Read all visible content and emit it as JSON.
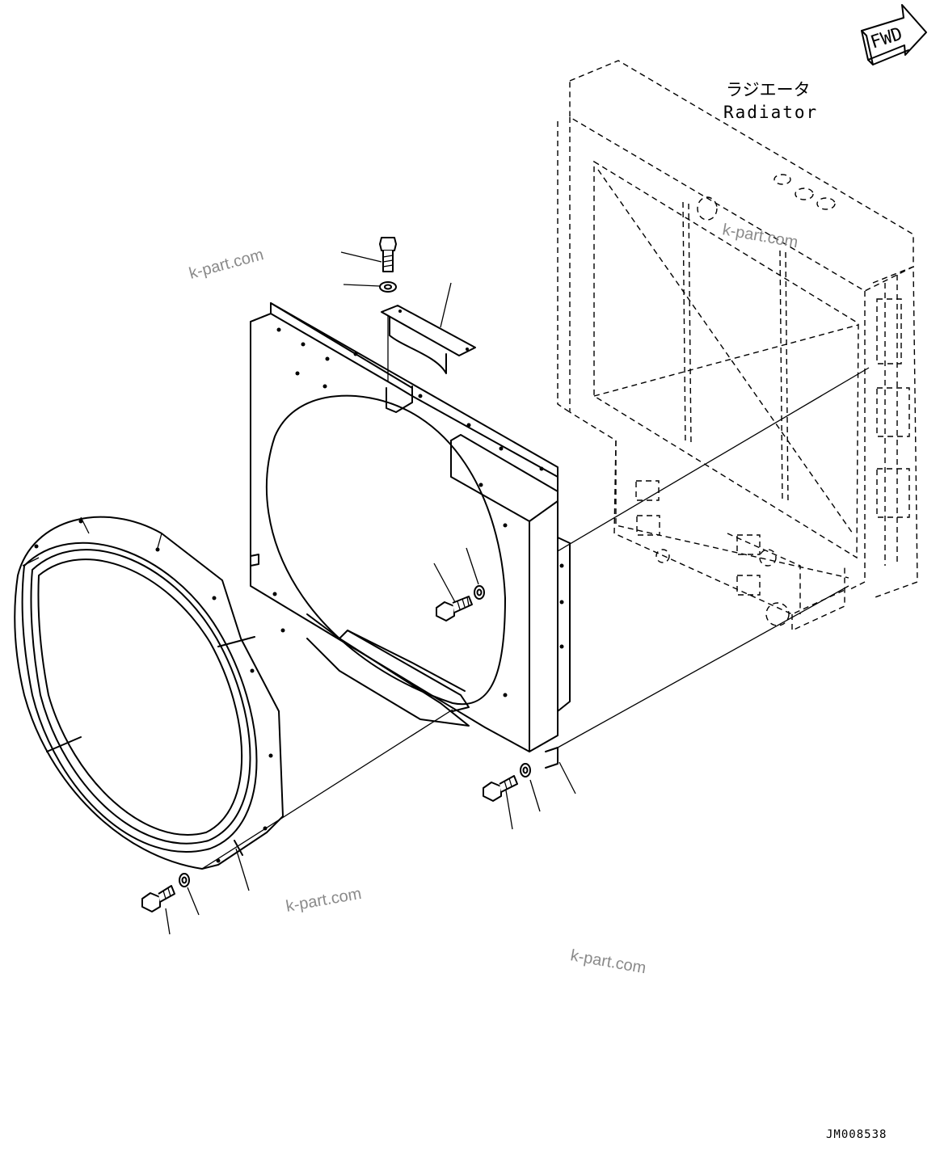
{
  "direction_badge": {
    "label": "FWD"
  },
  "radiator_label": {
    "japanese": "ラジエータ",
    "english": "Radiator"
  },
  "watermarks": [
    "k-part.com",
    "k-part.com",
    "k-part.com",
    "k-part.com"
  ],
  "figure_code": "JM008538"
}
